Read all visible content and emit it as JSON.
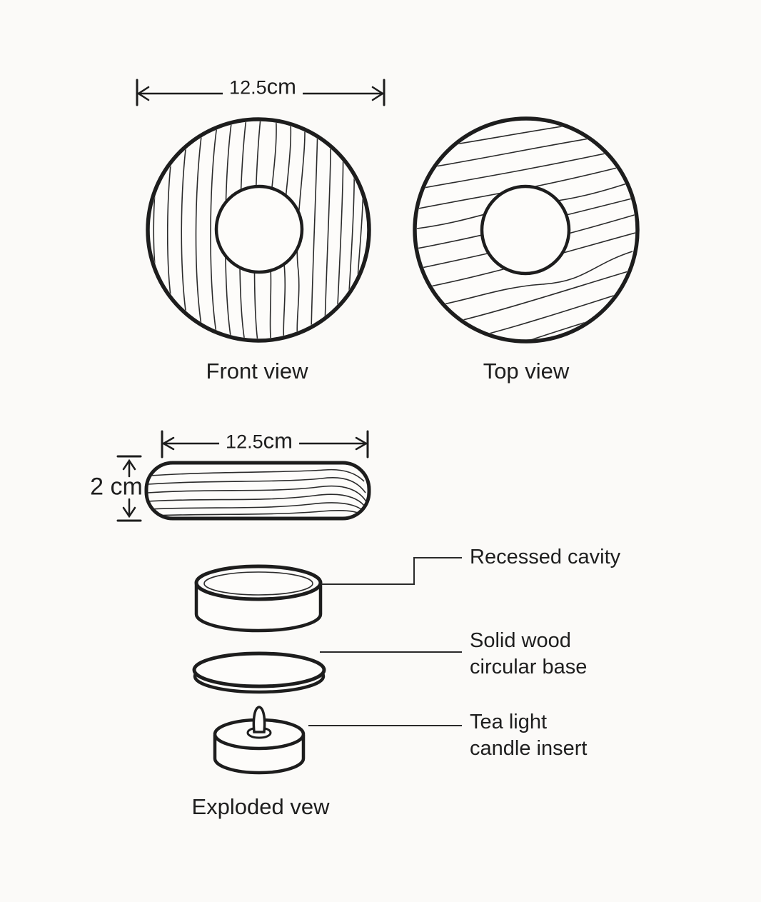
{
  "front_view": {
    "label": "Front view",
    "dim_value": "12.5",
    "dim_unit": "cm"
  },
  "top_view": {
    "label": "Top view"
  },
  "side_view": {
    "dim_value": "12.5",
    "dim_unit": "cm",
    "thickness": "2 cm"
  },
  "exploded_view": {
    "label": "Exploded vew",
    "callouts": {
      "recessed_cavity": {
        "line1": "Recessed cavity",
        "line2": ""
      },
      "base": {
        "line1": "Solid wood",
        "line2": "circular base"
      },
      "tea_light": {
        "line1": "Tea light",
        "line2": "candle insert"
      }
    }
  },
  "colors": {
    "outline": "#1d1d1d",
    "grain": "#2b2b2b",
    "text": "#1e1e1e",
    "background": "#fbfaf8"
  }
}
